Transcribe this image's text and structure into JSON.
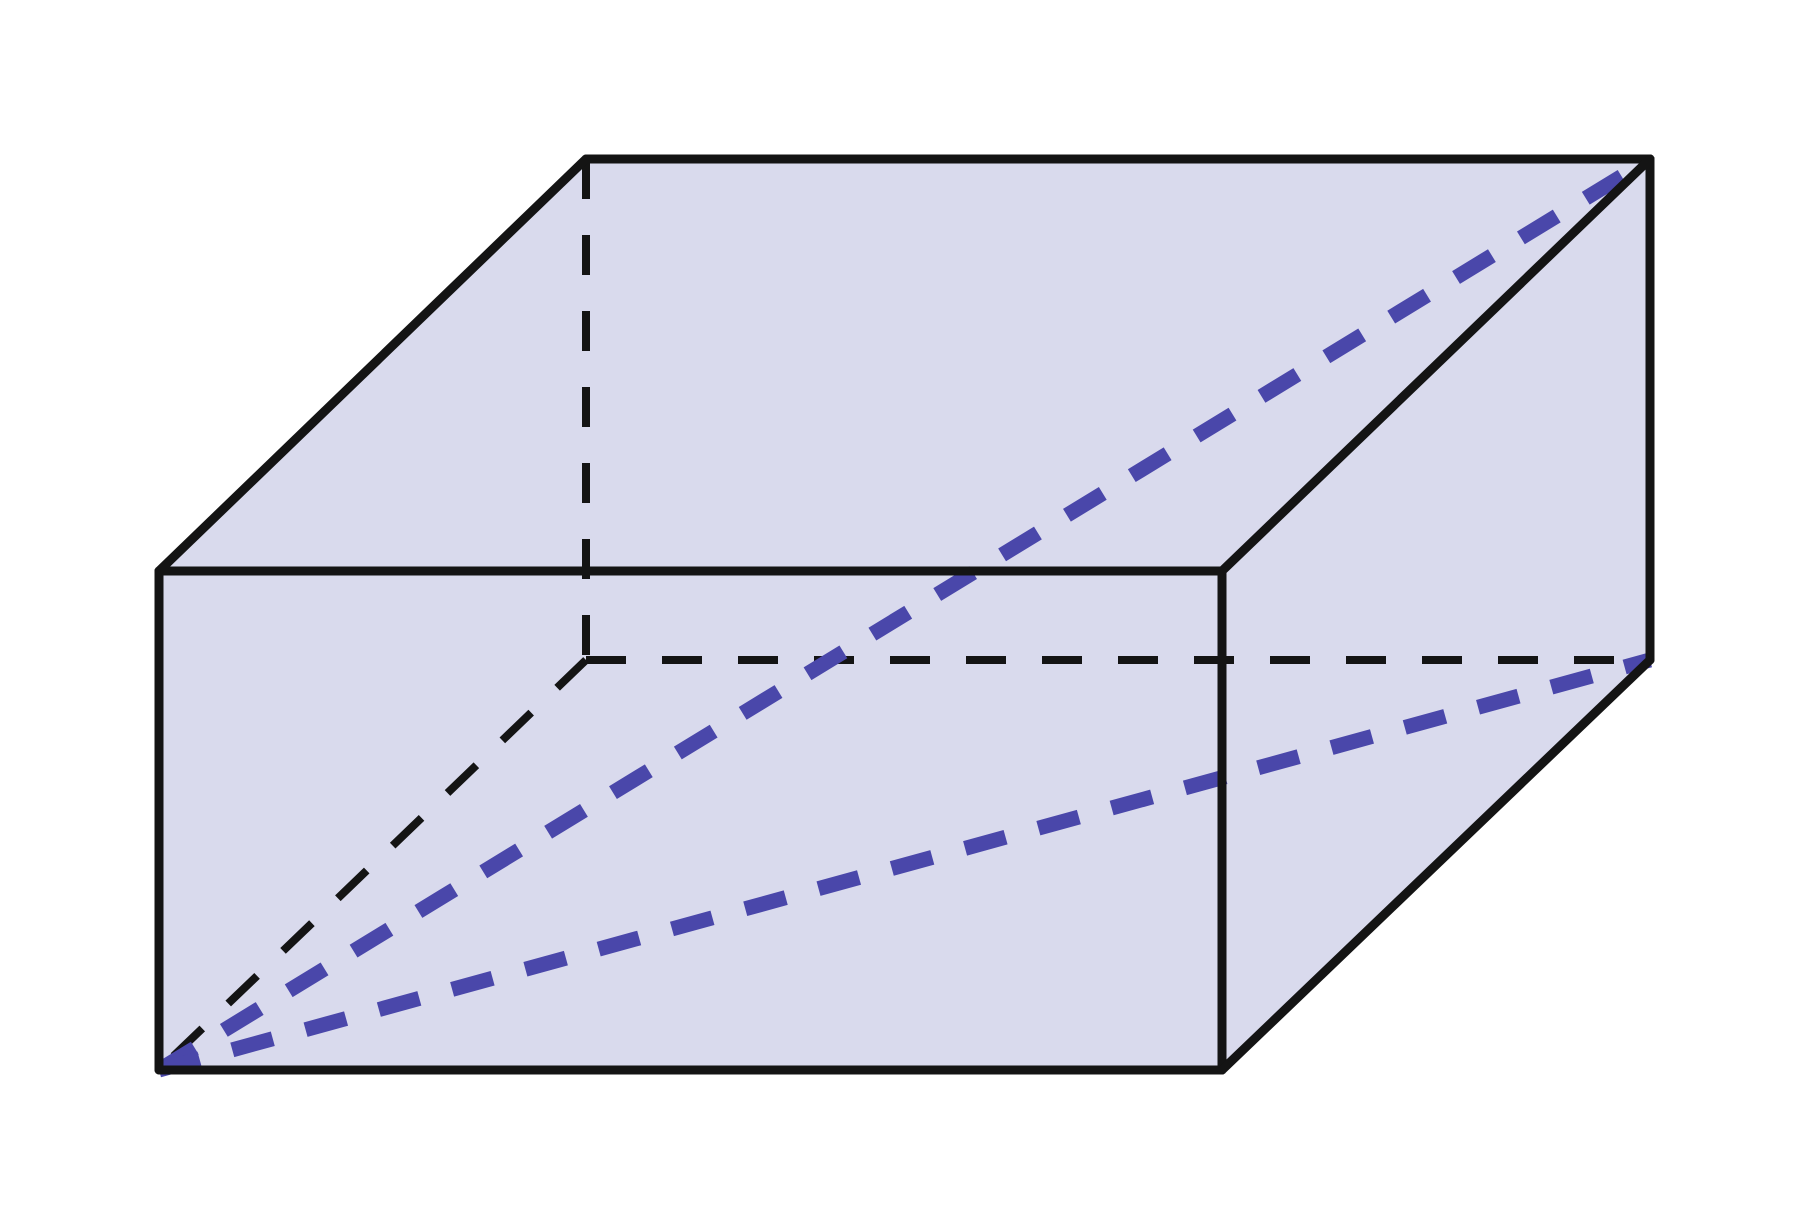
{
  "diagram": {
    "type": "rectangular-prism",
    "fill_color": "#d9daed",
    "edge_color": "#141414",
    "diagonal_color": "#4a47aa",
    "visible_edges": [
      "front-top",
      "front-bottom",
      "front-left",
      "front-right",
      "top-left-receding",
      "top-right-receding",
      "top-back",
      "back-right",
      "bottom-right-receding"
    ],
    "hidden_edges": [
      "back-left-vertical",
      "back-bottom",
      "bottom-left-receding"
    ],
    "diagonals": [
      "space-diagonal",
      "bottom-face-diagonal"
    ]
  }
}
